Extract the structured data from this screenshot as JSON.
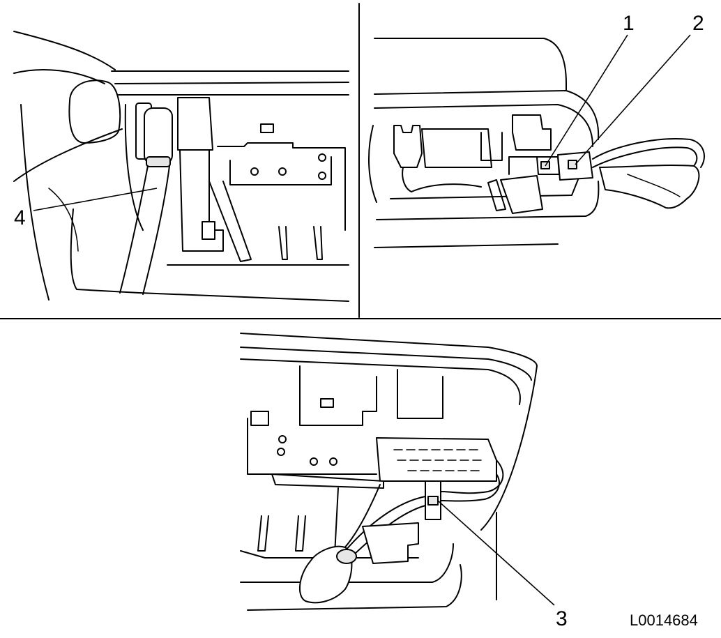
{
  "callouts": {
    "c1": "1",
    "c2": "2",
    "c3": "3",
    "c4": "4"
  },
  "reference_code": "L0014684"
}
